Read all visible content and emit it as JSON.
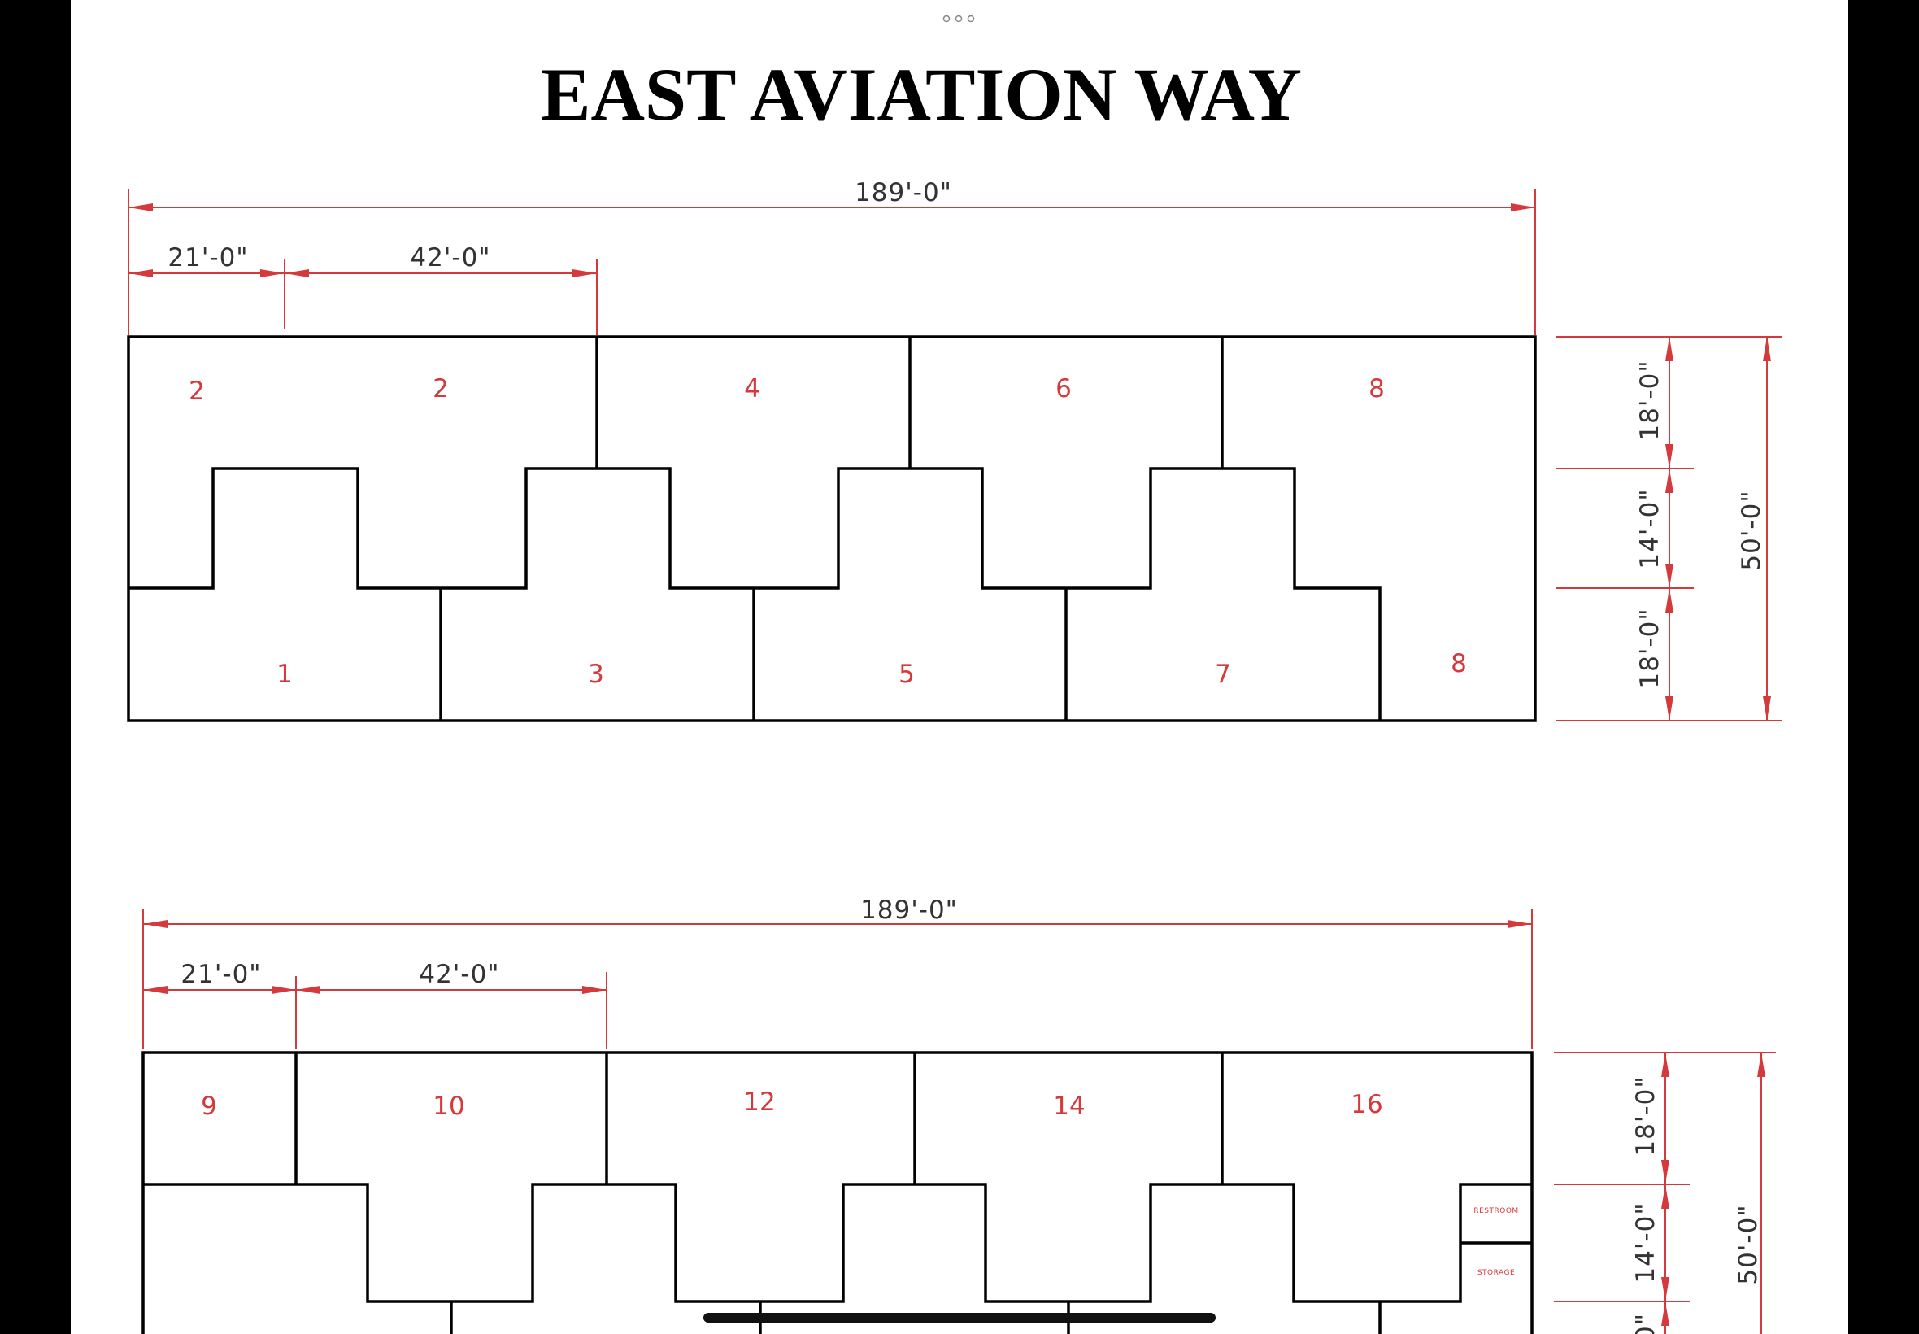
{
  "title": "EAST AVIATION WAY",
  "plan_top": {
    "dims": {
      "overall": "189'-0\"",
      "first": "21'-0\"",
      "second": "42'-0\""
    },
    "side_dims": {
      "top": "18'-0\"",
      "middle": "14'-0\"",
      "bottom": "18'-0\"",
      "total": "50'-0\""
    },
    "units_top": [
      "2",
      "2",
      "4",
      "6",
      "8"
    ],
    "units_bottom": [
      "1",
      "3",
      "5",
      "7",
      "8"
    ]
  },
  "plan_bottom": {
    "dims": {
      "overall": "189'-0\"",
      "first": "21'-0\"",
      "second": "42'-0\""
    },
    "side_dims": {
      "top": "18'-0\"",
      "middle": "14'-0\"",
      "bottom_partial": "0\"",
      "total": "50'-0\""
    },
    "units_top": [
      "9",
      "10",
      "12",
      "14",
      "16"
    ],
    "rooms": {
      "restroom": "RESTROOM",
      "storage": "STORAGE"
    }
  },
  "colors": {
    "dimension": "#d4393b",
    "wall": "#000000",
    "paper": "#ffffff",
    "frame": "#000000"
  },
  "icons": {
    "top_dots": "more-dots-icon",
    "home_bar": "home-indicator"
  }
}
